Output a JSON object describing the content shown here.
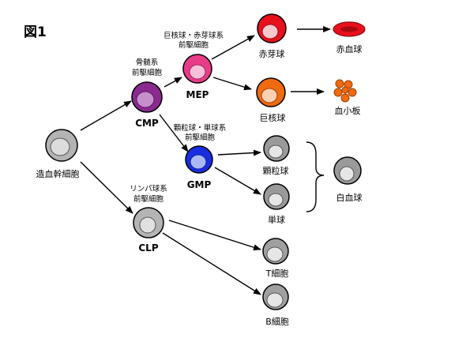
{
  "figure": {
    "title": "図1"
  },
  "colors": {
    "hsc": "#b4b4b4",
    "cmp": "#8a2a90",
    "mep": "#e83c88",
    "gmp": "#1a2ee0",
    "clp": "#b4b4b4",
    "erythroblast": "#e8101c",
    "megakaryocyte": "#f06a10",
    "erythrocyte": "#e8101c",
    "platelet": "#f06a10",
    "myeloid_mature": "#9a9a9a",
    "lymphoid_mature": "#a0a0a0"
  },
  "cells": {
    "hsc": {
      "label": "造血幹細胞"
    },
    "cmp": {
      "label": "CMP",
      "caption_line1": "骨髄系",
      "caption_line2": "前駆細胞"
    },
    "mep": {
      "label": "MEP",
      "caption_line1": "巨核球・赤芽球系",
      "caption_line2": "前駆細胞"
    },
    "gmp": {
      "label": "GMP",
      "caption_line1": "顆粒球・単球系",
      "caption_line2": "前駆細胞"
    },
    "clp": {
      "label": "CLP",
      "caption_line1": "リンパ球系",
      "caption_line2": "前駆細胞"
    },
    "erythroblast": {
      "label": "赤芽球"
    },
    "megakaryocyte": {
      "label": "巨核球"
    },
    "erythrocyte": {
      "label": "赤血球"
    },
    "platelet": {
      "label": "血小板"
    },
    "granulocyte": {
      "label": "顆粒球"
    },
    "monocyte": {
      "label": "単球"
    },
    "leukocyte": {
      "label": "白血球"
    },
    "t_cell": {
      "label": "T細胞"
    },
    "b_cell": {
      "label": "B細胞"
    }
  }
}
